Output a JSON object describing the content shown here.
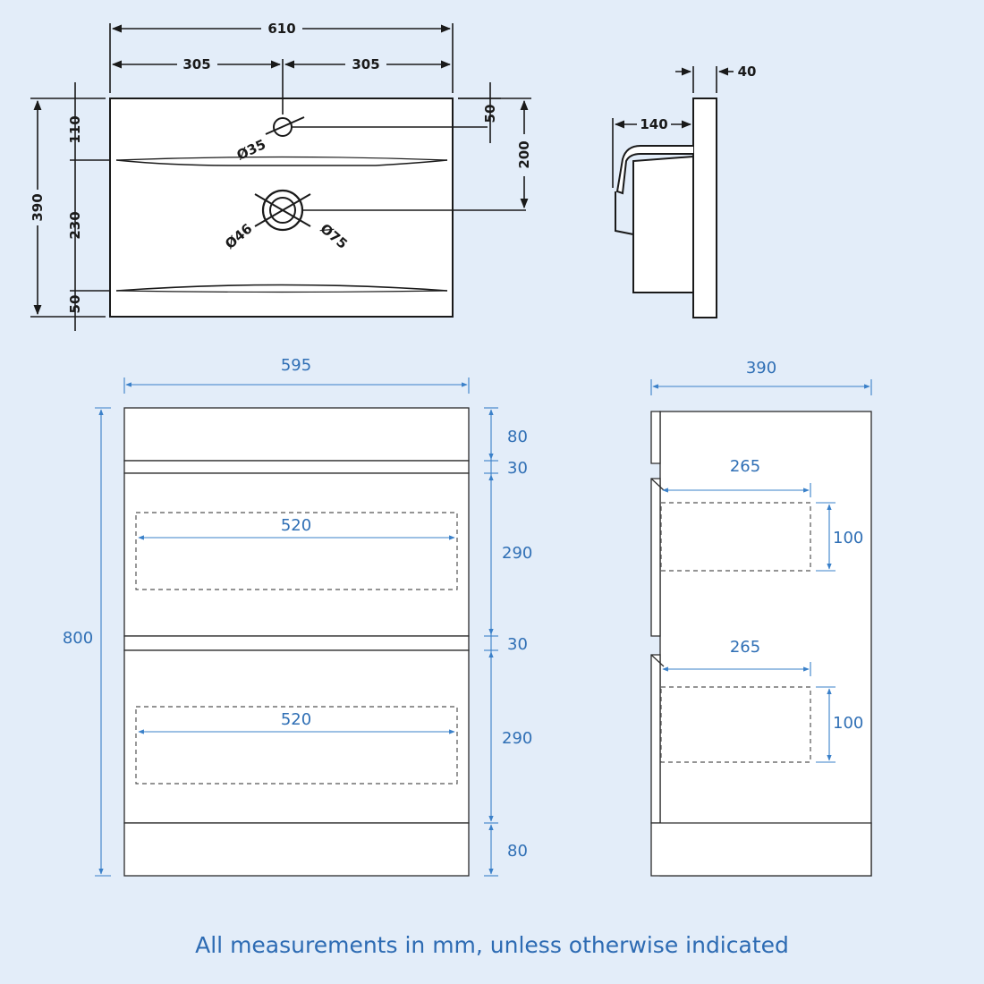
{
  "basin_top": {
    "overall_width": "610",
    "half_left": "305",
    "half_right": "305",
    "depth": "390",
    "tap_to_back": "110",
    "bowl_depth": "230",
    "front_lip": "50",
    "tap_hole_offset": "50",
    "waste_offset": "200",
    "tap_hole_dia": "Ø35",
    "waste_inner_dia": "Ø46",
    "waste_outer_dia": "Ø75"
  },
  "basin_side": {
    "lip_thickness": "40",
    "bowl_projection": "140"
  },
  "cabinet_front": {
    "width": "595",
    "height": "800",
    "top_rail": "80",
    "gap_1": "30",
    "drawer_1": "290",
    "gap_2": "30",
    "drawer_2": "290",
    "plinth": "80",
    "inner_width_1": "520",
    "inner_width_2": "520"
  },
  "cabinet_side": {
    "depth": "390",
    "drawer_1_depth": "265",
    "drawer_1_height": "100",
    "drawer_2_depth": "265",
    "drawer_2_height": "100"
  },
  "footer": "All measurements in mm, unless otherwise indicated"
}
